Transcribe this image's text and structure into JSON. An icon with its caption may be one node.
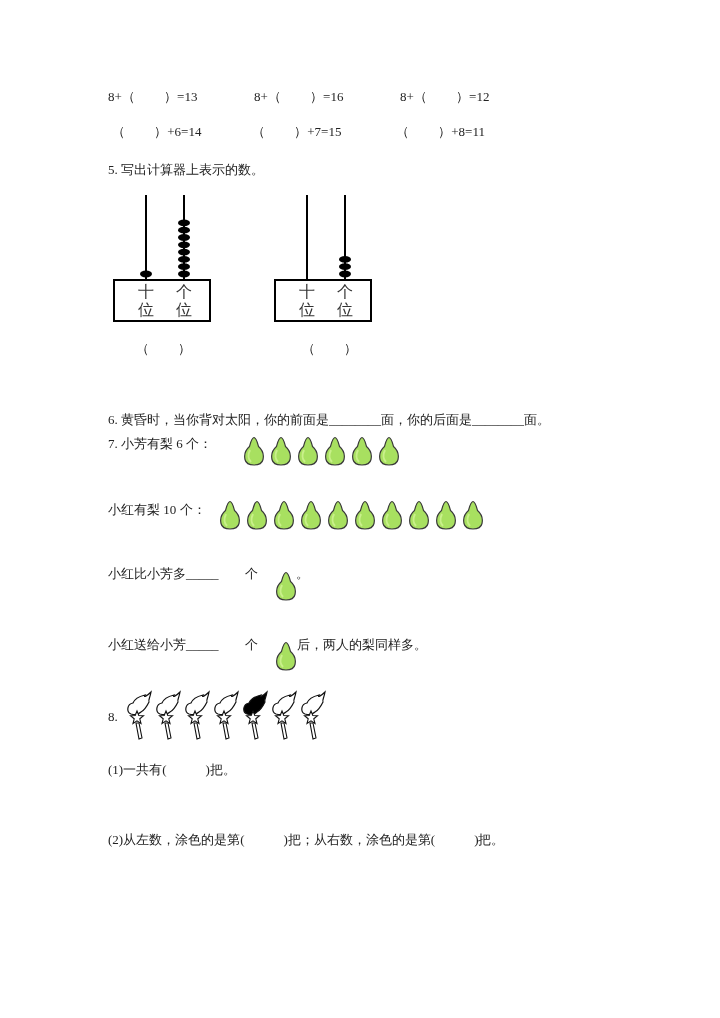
{
  "diagram": {
    "nodes": [
      {
        "text": [
          "十位",
          "个位"
        ]
      },
      {
        "text": [
          "十位",
          "个位"
        ]
      }
    ],
    "edges": [],
    "labels": [
      "8+（　　 ）=13",
      "8+（　　 ）=16",
      "8+（　　 ）=12",
      "（　　 ）+6=14",
      "（　　 ）+7=15",
      "（　　 ）+8=11",
      "5. 写出计算器上表示的数。",
      "（　　 ）",
      "（　　 ）",
      "6. 黄昏时，当你背对太阳，你的前面是________面，你的后面是________面。",
      "7. 小芳有梨 6 个：",
      "小红有梨 10 个：",
      "小红比小芳多_____　　个",
      "。",
      "小红送给小芳_____　　个",
      "后，两人的梨同样多。",
      "8.",
      "(1)一共有(　　　)把。",
      "(2)从左数，涂色的是第(　　　)把；从右数，涂色的是第(　　　)把。"
    ]
  }
}
